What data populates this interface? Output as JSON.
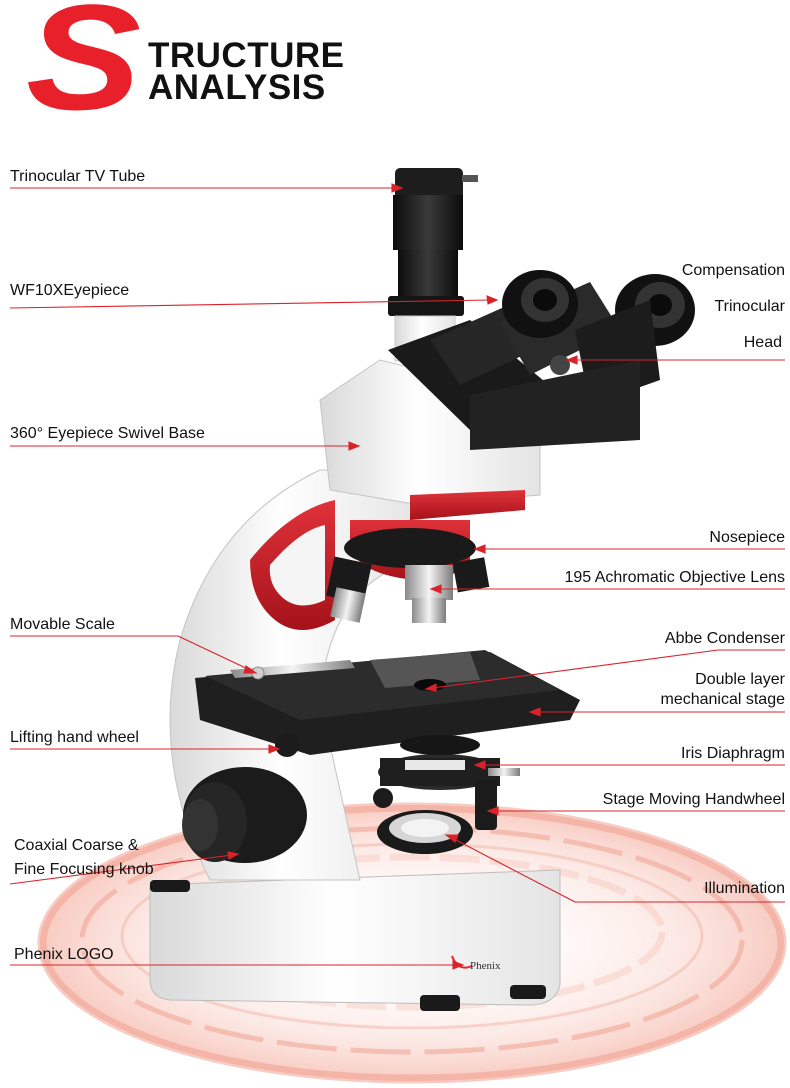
{
  "header": {
    "big_letter": "S",
    "line1": "TRUCTURE",
    "line2": "ANALYSIS"
  },
  "labels": {
    "trinocular_tv_tube": "Trinocular TV Tube",
    "eyepiece": "WF10XEyepiece",
    "swivel_base": "360° Eyepiece Swivel Base",
    "movable_scale": "Movable Scale",
    "lifting_hand_wheel": "Lifting hand wheel",
    "focusing_knob_1": "Coaxial Coarse &",
    "focusing_knob_2": "Fine Focusing knob",
    "phenix_logo": "Phenix LOGO",
    "compensation": "Compensation",
    "trinocular": "Trinocular",
    "head": "Head",
    "nosepiece": "Nosepiece",
    "objective_lens": "195 Achromatic Objective Lens",
    "abbe_condenser": "Abbe Condenser",
    "stage_1": "Double layer",
    "stage_2": "mechanical stage",
    "iris_diaphragm": "Iris Diaphragm",
    "stage_handwheel": "Stage Moving Handwheel",
    "illumination": "Illumination"
  },
  "product_logo": "Phenix",
  "colors": {
    "accent": "#e8202a",
    "leader_line": "#d9232b",
    "body_white": "#f3f3f3",
    "black_parts": "#1a1a1a"
  }
}
